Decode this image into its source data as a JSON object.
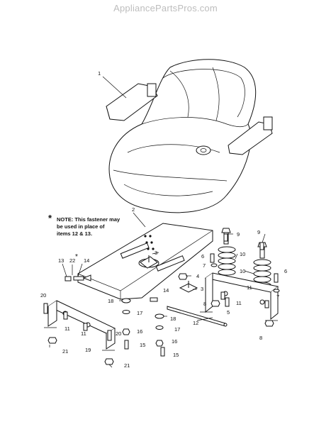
{
  "watermark": "AppliancePartsPros.com",
  "note": {
    "marker": "*",
    "lines": [
      "NOTE: This fastener may",
      "be used in place of",
      "items 12 & 13."
    ]
  },
  "callouts": {
    "c1": "1",
    "c2": "2",
    "c3a": "3",
    "c3b": "3",
    "c4": "4",
    "c5": "5",
    "c6a": "6",
    "c6b": "6",
    "c7a": "7",
    "c7b": "7",
    "c8a": "8",
    "c8b": "8",
    "c9a": "9",
    "c9b": "9",
    "c10a": "10",
    "c10b": "10",
    "c11a": "11",
    "c11b": "11",
    "c11c": "11",
    "c11d": "11",
    "c12": "12",
    "c13": "13",
    "c14a": "14",
    "c14b": "14",
    "c15a": "15",
    "c15b": "15",
    "c16a": "16",
    "c16b": "16",
    "c17a": "17",
    "c17b": "17",
    "c18a": "18",
    "c18b": "18",
    "c19": "19",
    "c20a": "20",
    "c20b": "20",
    "c21a": "21",
    "c21b": "21",
    "c22": "22",
    "c22star": "*"
  }
}
